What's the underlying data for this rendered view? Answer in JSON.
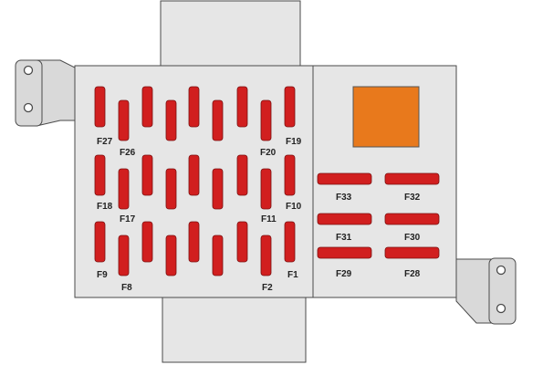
{
  "colors": {
    "background": "#ffffff",
    "housing": "#e6e6e6",
    "housing_stroke": "#4a4a4a",
    "fuse": "#d11f1f",
    "fuse_stroke": "#7a1010",
    "relay": "#e8791c",
    "relay_stroke": "#555555",
    "bracket": "#d9d9d9",
    "hole": "#ffffff"
  },
  "fuses": {
    "left": {
      "row1": [
        "F27",
        "F26",
        "F20",
        "F19"
      ],
      "row2": [
        "F18",
        "F17",
        "F11",
        "F10"
      ],
      "row3": [
        "F9",
        "F8",
        "F2",
        "F1"
      ]
    },
    "right": {
      "row1": [
        "F33",
        "F32"
      ],
      "row2": [
        "F31",
        "F30"
      ],
      "row3": [
        "F29",
        "F28"
      ]
    }
  },
  "relay": {
    "count": 1
  },
  "mounting_brackets": {
    "count": 2
  }
}
